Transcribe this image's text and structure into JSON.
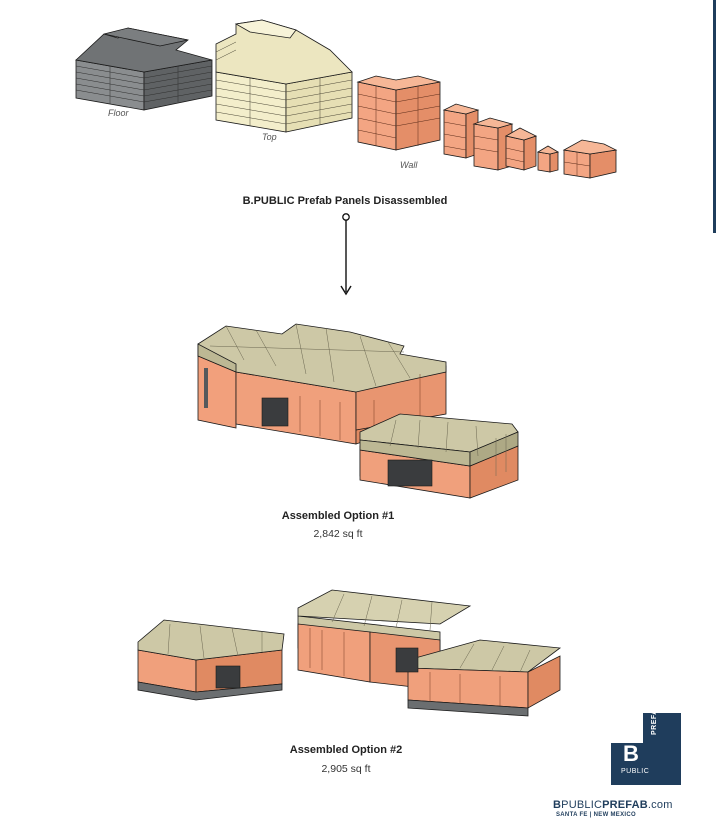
{
  "panels": {
    "labels": [
      "Floor",
      "Top",
      "Wall"
    ],
    "caption": "B.PUBLIC Prefab Panels Disassembled"
  },
  "options": [
    {
      "title": "Assembled Option #1",
      "area": "2,842 sq ft"
    },
    {
      "title": "Assembled Option #2",
      "area": "2,905 sq ft"
    }
  ],
  "logo": {
    "letter": "B",
    "sub": "PUBLIC",
    "vertical": "PREFAB",
    "brand_bold1": "B",
    "brand_light": "PUBLIC",
    "brand_bold2": "PREFAB",
    "brand_tld": ".com",
    "location": "SANTA FE | NEW MEXICO"
  },
  "colors": {
    "brand_navy": "#1f3d5c",
    "wall_salmon": "#f0a07c",
    "roof_khaki": "#cdc8a6",
    "floor_gray": "#6b6e70",
    "top_cream": "#f3eecb"
  }
}
